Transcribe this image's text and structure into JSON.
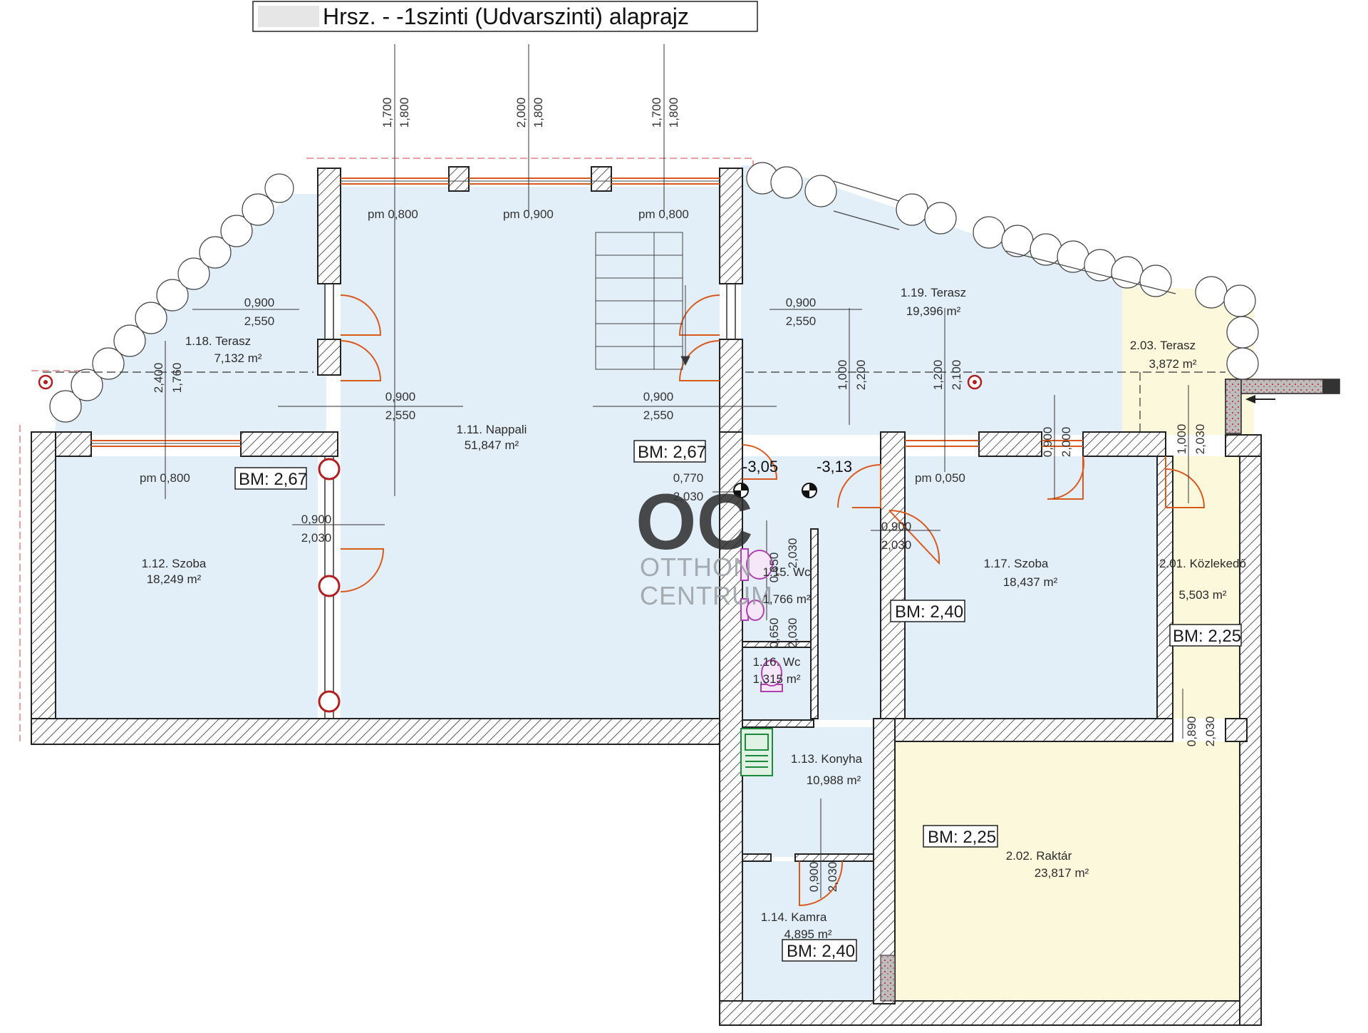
{
  "title": "Hrsz. -  -1szinti (Udvarszinti) alaprajz",
  "colors": {
    "room_blue": "#e3eff8",
    "room_yellow": "#fbf8dc",
    "door": "#d95a1e",
    "wall_hatch": "#333333",
    "dashed_red": "#d04040"
  },
  "top_dims": [
    {
      "a": "1,700",
      "b": "1,800"
    },
    {
      "a": "2,000",
      "b": "1,800"
    },
    {
      "a": "1,700",
      "b": "1,800"
    }
  ],
  "parapets": {
    "p1": "pm 0,800",
    "p2": "pm 0,900",
    "p3": "pm 0,800",
    "p4": "pm 0,800",
    "p5": "pm 0,050"
  },
  "rooms": {
    "r111": {
      "name": "1.11. Nappali",
      "area": "51,847 m²"
    },
    "r112": {
      "name": "1.12. Szoba",
      "area": "18,249 m²"
    },
    "r113": {
      "name": "1.13. Konyha",
      "area": "10,988 m²"
    },
    "r114": {
      "name": "1.14. Kamra",
      "area": "4,895 m²"
    },
    "r115": {
      "name": "1.15. Wc",
      "area": "1,766 m²"
    },
    "r116": {
      "name": "1.16. Wc",
      "area": "1,315 m²"
    },
    "r117": {
      "name": "1.17. Szoba",
      "area": "18,437 m²"
    },
    "r118": {
      "name": "1.18. Terasz",
      "area": "7,132 m²"
    },
    "r119": {
      "name": "1.19. Terasz",
      "area": "19,396 m²"
    },
    "r201": {
      "name": "2.01. Közlekedő",
      "area": "5,503 m²"
    },
    "r202": {
      "name": "2.02. Raktár",
      "area": "23,817 m²"
    },
    "r203": {
      "name": "2.03. Terasz",
      "area": "3,872 m²"
    }
  },
  "bm": {
    "nappali": "BM: 2,67",
    "szoba112": "BM: 2,67",
    "szoba117": "BM: 2,40",
    "kozl": "BM: 2,25",
    "raktar": "BM: 2,25",
    "kamra": "BM: 2,40"
  },
  "levels": {
    "l1": "-3,05",
    "l2": "-3,13"
  },
  "door_dims": {
    "d1": {
      "w": "0,900",
      "h": "2,550"
    },
    "d2": {
      "w": "0,900",
      "h": "2,550"
    },
    "d3": {
      "w": "0,900",
      "h": "2,550"
    },
    "d4": {
      "w": "0,900",
      "h": "2,550"
    },
    "d5": {
      "w": "0,900",
      "h": "2,030"
    },
    "d6": {
      "w": "0,770",
      "h": "2,030"
    },
    "d7": {
      "w": "0,900",
      "h": "2,030"
    },
    "d8": {
      "w": "0,650",
      "h": "2,030"
    },
    "d9": {
      "w": "0,650",
      "h": "2,030"
    },
    "d10": {
      "w": "0,900",
      "h": "2,030"
    },
    "d11": {
      "w": "0,890",
      "h": "2,030"
    }
  },
  "window_dims": {
    "w1": {
      "a": "2,400",
      "b": "1,760"
    },
    "w2": {
      "a": "1,000",
      "b": "2,200"
    },
    "w3": {
      "a": "1,200",
      "b": "2,100"
    },
    "w4": {
      "a": "0,900",
      "b": "2,000"
    },
    "w5": {
      "a": "1,000",
      "b": "2,030"
    }
  },
  "watermark": {
    "mark": "OC",
    "line1": "OTTHON",
    "line2": "CENTRUM"
  }
}
